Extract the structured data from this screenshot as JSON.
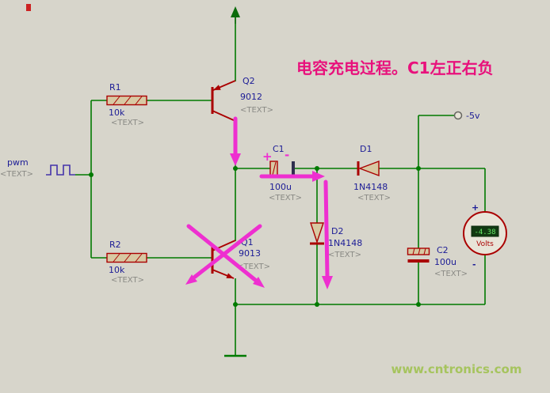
{
  "annotation": {
    "title": "电容充电过程。C1左正右负",
    "c1_plus": "+",
    "c1_minus": "-"
  },
  "watermark": "www.cntronics.com",
  "schematic": {
    "power_label": "-5v",
    "input_label": "pwm",
    "input_text": "<TEXT>",
    "components": {
      "r1": {
        "ref": "R1",
        "value": "10k",
        "text": "<TEXT>"
      },
      "r2": {
        "ref": "R2",
        "value": "10k",
        "text": "<TEXT>"
      },
      "q2": {
        "ref": "Q2",
        "value": "9012",
        "text": "<TEXT>"
      },
      "q1": {
        "ref": "Q1",
        "value": "9013",
        "text": "<TEXT>"
      },
      "c1": {
        "ref": "C1",
        "value": "100u",
        "text": "<TEXT>"
      },
      "c2": {
        "ref": "C2",
        "value": "100u",
        "text": "<TEXT>"
      },
      "d1": {
        "ref": "D1",
        "value": "1N4148",
        "text": "<TEXT>"
      },
      "d2": {
        "ref": "D2",
        "value": "1N4148",
        "text": "<TEXT>"
      }
    },
    "meter": {
      "reading": "-4.38",
      "label": "Volts",
      "plus": "+",
      "minus": "-"
    }
  },
  "colors": {
    "background": "#d7d5cb",
    "wire": "#007a00",
    "component_outline": "#aa0000",
    "component_fill": "#d8c9a3",
    "label": "#1c1c96",
    "placeholder": "#8a8a85",
    "annotation_arrow": "#ee2fd0",
    "annotation_title": "#e8117c",
    "watermark": "#a6c45e",
    "meter_display_bg": "#123a12",
    "meter_display_text": "#66e866"
  }
}
